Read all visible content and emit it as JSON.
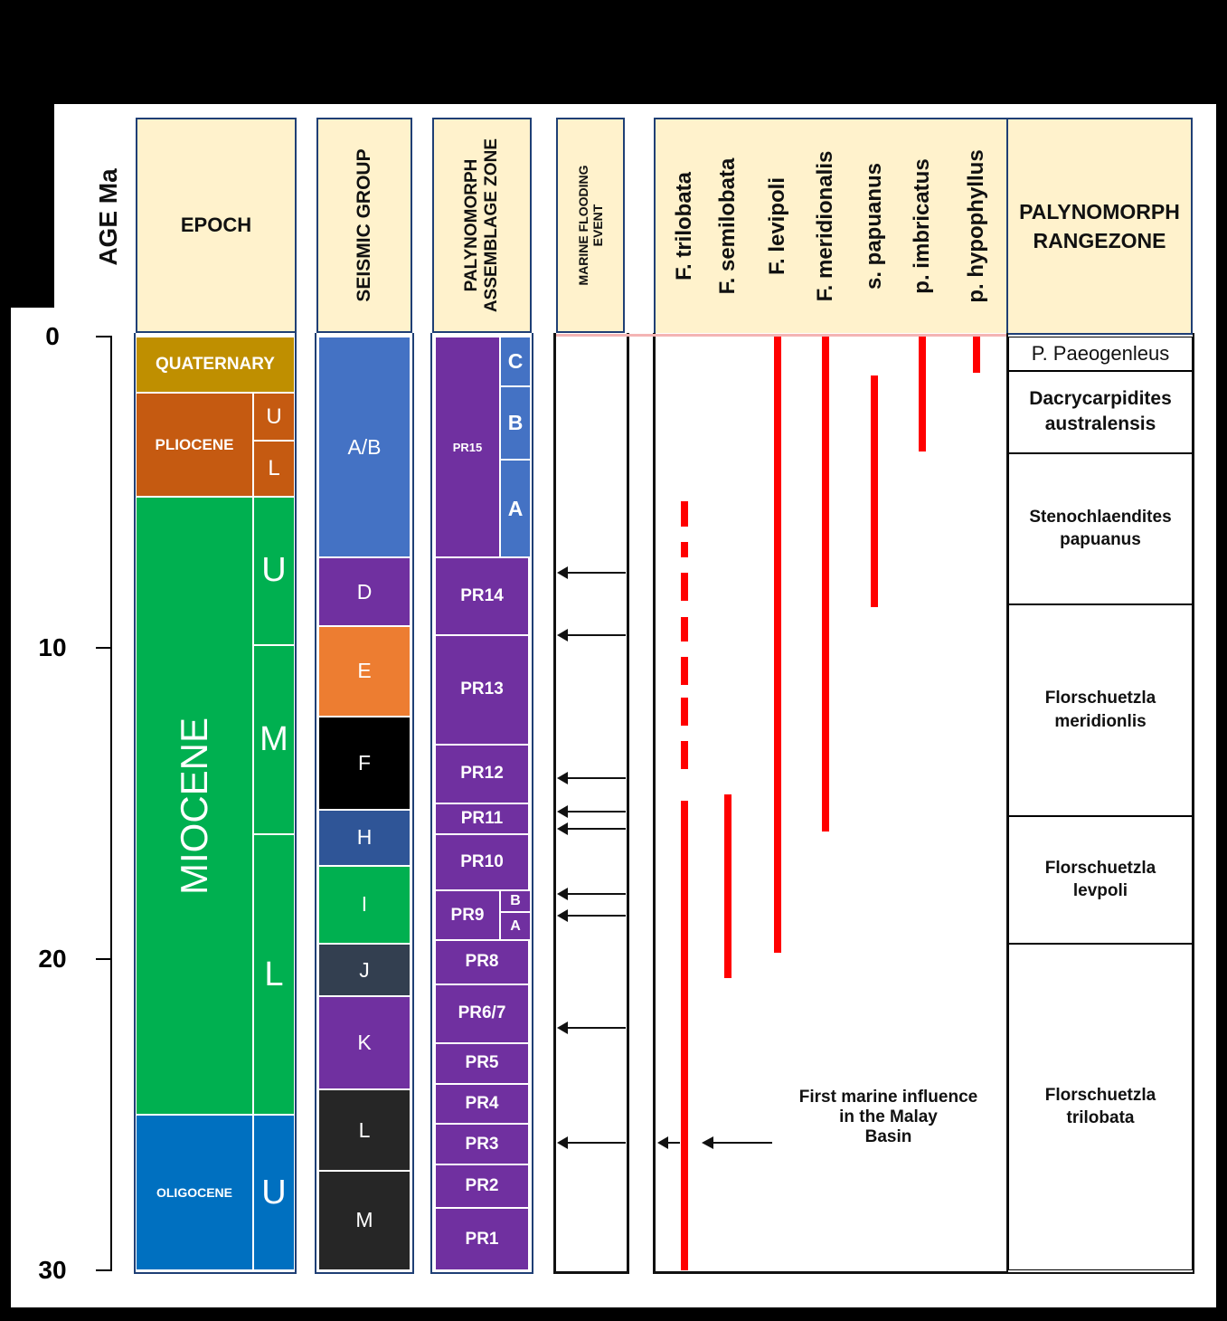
{
  "headers": {
    "age": "AGE Ma",
    "epoch": "EPOCH",
    "seismic": "SEISMIC GROUP",
    "assemblage": "PALYNOMORPH ASSEMBLAGE ZONE",
    "flooding": "MARINE FLOODING EVENT",
    "rangezone": "PALYNOMORPH RANGEZONE"
  },
  "age_ticks": [
    {
      "value": 0,
      "label": "0"
    },
    {
      "value": 10,
      "label": "10"
    },
    {
      "value": 20,
      "label": "20"
    },
    {
      "value": 30,
      "label": "30"
    }
  ],
  "epochs": [
    {
      "name": "QUATERNARY",
      "from": 0,
      "to": 1.8,
      "color": "#bf8f00"
    },
    {
      "name": "PLIOCENE",
      "from": 1.8,
      "to": 5.15,
      "color": "#c55a11"
    },
    {
      "name": "MIOCENE",
      "from": 5.15,
      "to": 25,
      "color": "#00b050"
    },
    {
      "name": "OLIGOCENE",
      "from": 25,
      "to": 30,
      "color": "#0070c0"
    }
  ],
  "subepochs": [
    {
      "name": "U",
      "from": 1.8,
      "to": 3.35,
      "color": "#c55a11"
    },
    {
      "name": "L",
      "from": 3.35,
      "to": 5.15,
      "color": "#c55a11"
    },
    {
      "name": "U",
      "from": 5.15,
      "to": 9.9,
      "color": "#00b050"
    },
    {
      "name": "M",
      "from": 9.9,
      "to": 16,
      "color": "#00b050"
    },
    {
      "name": "L",
      "from": 16,
      "to": 25,
      "color": "#00b050"
    },
    {
      "name": "U",
      "from": 25,
      "to": 30,
      "color": "#0070c0"
    }
  ],
  "seismic_groups": [
    {
      "name": "A/B",
      "from": 0,
      "to": 7.1,
      "color": "#4472c4"
    },
    {
      "name": "D",
      "from": 7.1,
      "to": 9.3,
      "color": "#7030a0"
    },
    {
      "name": "E",
      "from": 9.3,
      "to": 12.2,
      "color": "#ed7d31"
    },
    {
      "name": "F",
      "from": 12.2,
      "to": 15.2,
      "color": "#000000"
    },
    {
      "name": "H",
      "from": 15.2,
      "to": 17,
      "color": "#2f5597"
    },
    {
      "name": "I",
      "from": 17,
      "to": 19.5,
      "color": "#00b050"
    },
    {
      "name": "J",
      "from": 19.5,
      "to": 21.2,
      "color": "#333f50"
    },
    {
      "name": "K",
      "from": 21.2,
      "to": 24.2,
      "color": "#7030a0"
    },
    {
      "name": "L",
      "from": 24.2,
      "to": 26.8,
      "color": "#262626"
    },
    {
      "name": "M",
      "from": 26.8,
      "to": 30,
      "color": "#262626"
    }
  ],
  "assemblage_zones": [
    {
      "name": "PR15",
      "from": 0,
      "to": 7.1
    },
    {
      "name": "PR14",
      "from": 7.1,
      "to": 9.6
    },
    {
      "name": "PR13",
      "from": 9.6,
      "to": 13.1
    },
    {
      "name": "PR12",
      "from": 13.1,
      "to": 15
    },
    {
      "name": "PR11",
      "from": 15,
      "to": 16
    },
    {
      "name": "PR10",
      "from": 16,
      "to": 17.8
    },
    {
      "name": "PR9",
      "from": 17.8,
      "to": 19.4
    },
    {
      "name": "PR8",
      "from": 19.4,
      "to": 20.8
    },
    {
      "name": "PR6/7",
      "from": 20.8,
      "to": 22.7
    },
    {
      "name": "PR5",
      "from": 22.7,
      "to": 24
    },
    {
      "name": "PR4",
      "from": 24,
      "to": 25.3
    },
    {
      "name": "PR3",
      "from": 25.3,
      "to": 26.6
    },
    {
      "name": "PR2",
      "from": 26.6,
      "to": 28
    },
    {
      "name": "PR1",
      "from": 28,
      "to": 30
    }
  ],
  "assemblage_subzones": [
    {
      "name": "C",
      "from": 0,
      "to": 1.6,
      "parent": "PR15"
    },
    {
      "name": "B",
      "from": 1.6,
      "to": 3.95,
      "parent": "PR15"
    },
    {
      "name": "A",
      "from": 3.95,
      "to": 7.1,
      "parent": "PR15"
    },
    {
      "name": "B",
      "from": 17.8,
      "to": 18.5,
      "parent": "PR9"
    },
    {
      "name": "A",
      "from": 18.5,
      "to": 19.4,
      "parent": "PR9"
    }
  ],
  "assemblage_color": "#7030a0",
  "assemblage_sub_color": "#4472c4",
  "flooding_events": [
    7.6,
    9.6,
    14.2,
    15.25,
    15.8,
    17.9,
    18.6,
    22.2,
    25.9
  ],
  "species": [
    {
      "name": "F. trilobata",
      "segments": [
        [
          5.3,
          6.1
        ],
        [
          6.6,
          7.1
        ],
        [
          7.6,
          8.5
        ],
        [
          9.0,
          9.8
        ],
        [
          10.3,
          11.2
        ],
        [
          11.6,
          12.5
        ],
        [
          13.0,
          13.9
        ],
        [
          14.9,
          30
        ]
      ]
    },
    {
      "name": "F. semilobata",
      "segments": [
        [
          14.7,
          20.6
        ]
      ]
    },
    {
      "name": "F. levipoli",
      "segments": [
        [
          0,
          19.8
        ]
      ]
    },
    {
      "name": "F. meridionalis",
      "segments": [
        [
          0,
          15.9
        ]
      ]
    },
    {
      "name": "s. papuanus",
      "segments": [
        [
          1.25,
          8.7
        ]
      ]
    },
    {
      "name": "p. imbricatus",
      "segments": [
        [
          0,
          3.7
        ]
      ]
    },
    {
      "name": "p. hypophyllus",
      "segments": [
        [
          0,
          1.15
        ]
      ]
    }
  ],
  "range_color": "#ff0000",
  "range_zones": [
    {
      "name": "P. Paeogenleus",
      "from": 0,
      "to": 1.1
    },
    {
      "name": "Dacrycarpidites\naustralensis",
      "from": 1.1,
      "to": 3.75
    },
    {
      "name": "Stenochlaendites\npapuanus",
      "from": 3.75,
      "to": 8.6
    },
    {
      "name": "Florschuetzla\nmeridionlis",
      "from": 8.6,
      "to": 15.4
    },
    {
      "name": "Florschuetzla\nlevpoli",
      "from": 15.4,
      "to": 19.5
    },
    {
      "name": "Florschuetzla\ntrilobata",
      "from": 19.5,
      "to": 30
    }
  ],
  "annotation": {
    "text": "First marine influence\nin the Malay\nBasin",
    "age": 25.9
  }
}
